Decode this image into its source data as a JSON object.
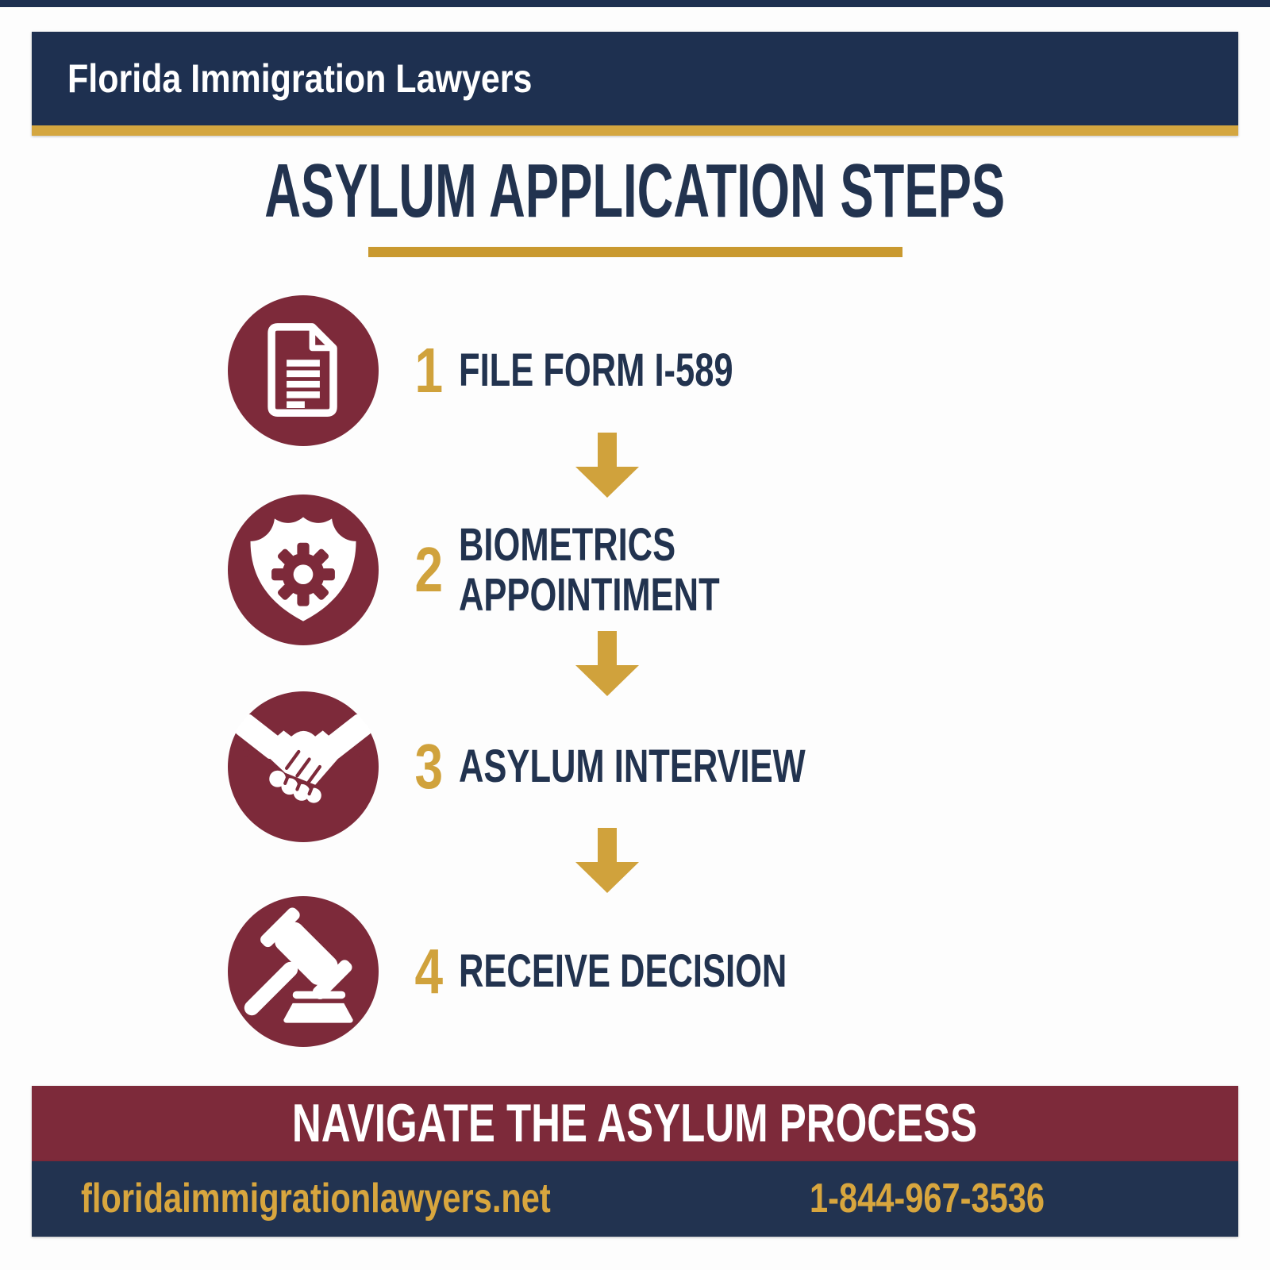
{
  "header": {
    "brand": "Florida Immigration Lawyers"
  },
  "title": "ASYLUM APPLICATION STEPS",
  "steps": [
    {
      "number": "1",
      "label": "FILE FORM I-589",
      "label2": "",
      "icon": "document-icon"
    },
    {
      "number": "2",
      "label": "BIOMETRICS",
      "label2": "APPOINTIMENT",
      "icon": "badge-gear-icon"
    },
    {
      "number": "3",
      "label": "ASYLUM INTERVIEW",
      "label2": "",
      "icon": "handshake-icon"
    },
    {
      "number": "4",
      "label": "RECEIVE DECISION",
      "label2": "",
      "icon": "gavel-icon"
    }
  ],
  "footer": {
    "tagline": "NAVIGATE THE ASYLUM PROCESS",
    "website": "floridaimmigrationlawyers.net",
    "phone": "1-844-967-3536"
  },
  "colors": {
    "navy": "#1e3050",
    "maroon": "#7d2a3a",
    "gold": "#d0a23c",
    "text_navy": "#22334f"
  }
}
